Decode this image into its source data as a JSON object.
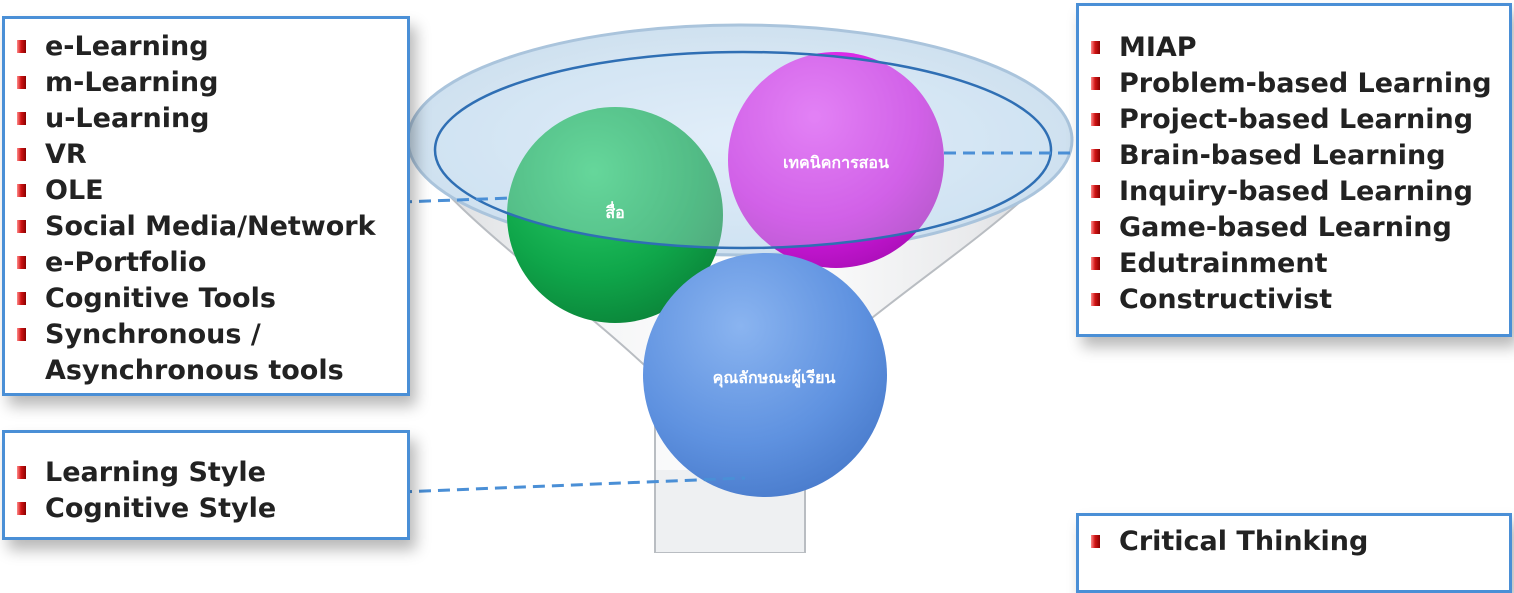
{
  "left_top": {
    "items": [
      "e-Learning",
      "m-Learning",
      "u-Learning",
      "VR",
      "OLE",
      "Social Media/Network",
      "e-Portfolio",
      "Cognitive Tools",
      "Synchronous /"
    ],
    "continuation": "Asynchronous tools"
  },
  "left_bottom": {
    "items": [
      "Learning Style",
      "Cognitive Style"
    ]
  },
  "right_top": {
    "items": [
      "MIAP",
      "Problem-based Learning",
      "Project-based Learning",
      "Brain-based Learning",
      "Inquiry-based Learning",
      "Game-based Learning",
      "Edutrainment",
      "Constructivist"
    ]
  },
  "right_bottom": {
    "items": [
      "Critical Thinking"
    ]
  },
  "circles": {
    "media": "สื่อ",
    "teaching_technique": "เทคนิคการสอน",
    "learner_characteristics": "คุณลักษณะผู้เรียน"
  },
  "colors": {
    "box_border": "#4a8fd6",
    "connector": "#4a8fd6",
    "media_circle": "#0fa64a",
    "technique_circle": "#d21be0",
    "learner_circle": "#5f92e0",
    "bullet": "#d11414"
  }
}
